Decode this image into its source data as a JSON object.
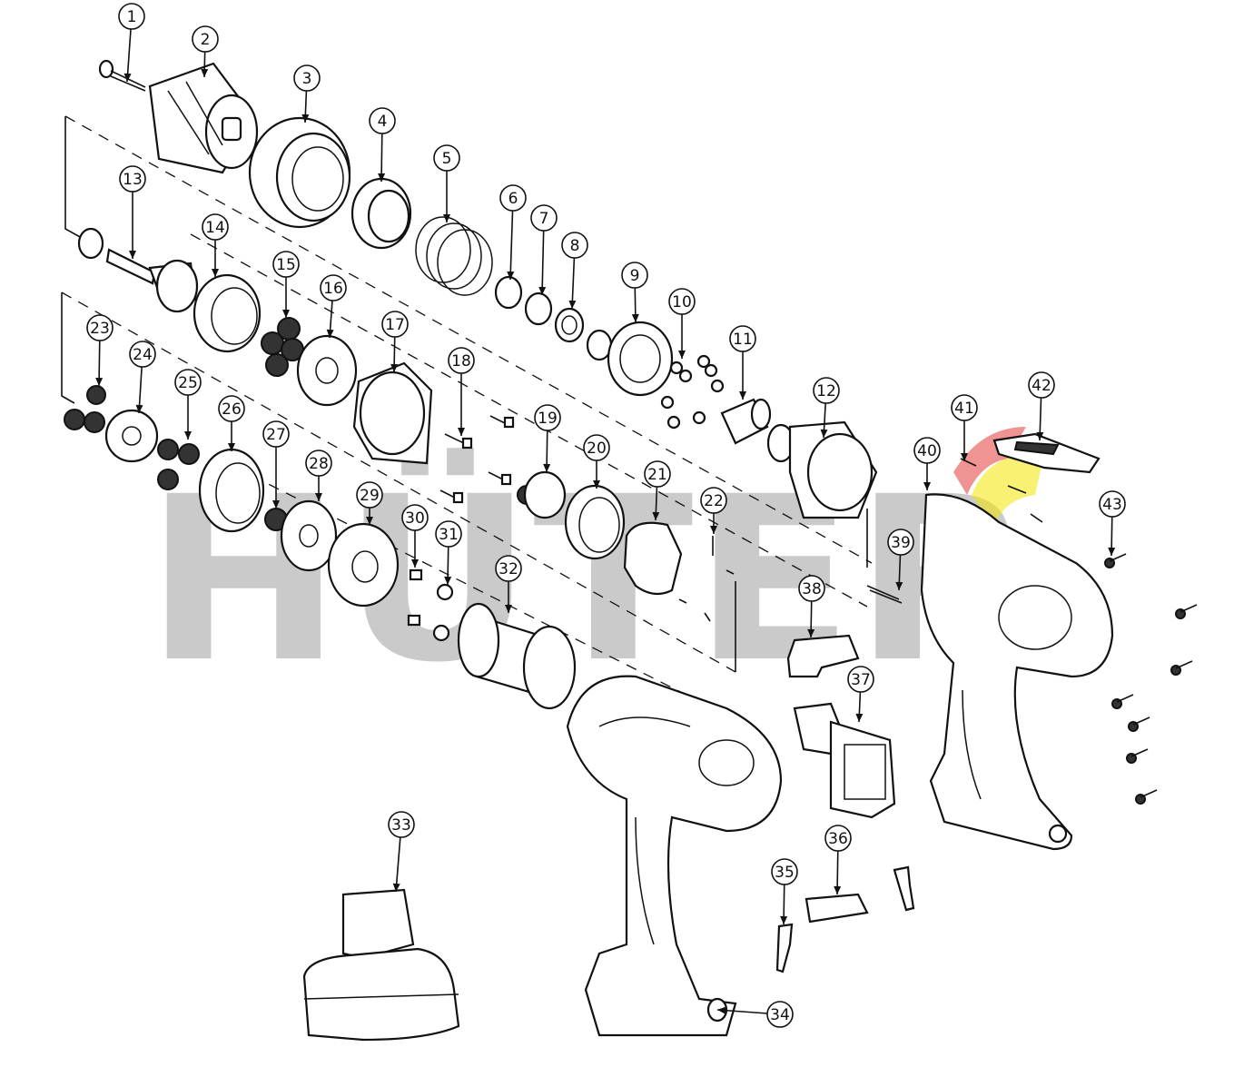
{
  "watermark": {
    "text": "HÜTER"
  },
  "labels": [
    "1",
    "2",
    "3",
    "4",
    "5",
    "6",
    "7",
    "8",
    "9",
    "10",
    "11",
    "12",
    "13",
    "14",
    "15",
    "16",
    "17",
    "18",
    "19",
    "20",
    "21",
    "22",
    "23",
    "24",
    "25",
    "26",
    "27",
    "28",
    "29",
    "30",
    "31",
    "32",
    "33",
    "34",
    "35",
    "36",
    "37",
    "38",
    "39",
    "40",
    "41",
    "42",
    "43"
  ],
  "colors": {
    "ink": "#111111",
    "watermark": "#8c8c8c",
    "logo_red": "#e23a3a",
    "logo_yellow": "#f2e600"
  }
}
